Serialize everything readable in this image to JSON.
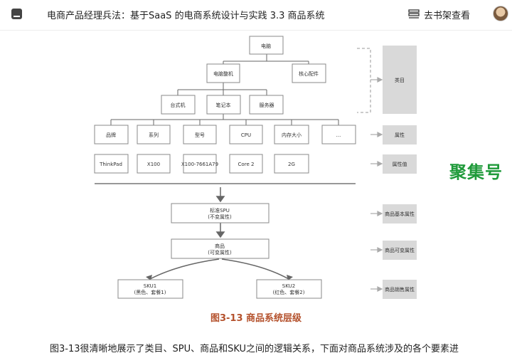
{
  "header": {
    "title": "电商产品经理兵法：基于SaaS 的电商系统设计与实践 3.3 商品系统",
    "shelf_label": "去书架查看"
  },
  "figure": {
    "nodes": {
      "root": "电脑",
      "host": "电脑整机",
      "parts": "核心配件",
      "desktop": "台式机",
      "laptop": "笔记本",
      "server": "服务器",
      "brand": "品牌",
      "series": "系列",
      "model": "型号",
      "cpu": "CPU",
      "memory": "内存大小",
      "more": "...",
      "v_brand": "ThinkPad",
      "v_series": "X100",
      "v_model": "X100-7661A79",
      "v_cpu": "Core 2",
      "v_memory": "2G",
      "spu_line1": "标准SPU",
      "spu_line2": "(不变属性)",
      "goods_line1": "商品",
      "goods_line2": "(可变属性)",
      "sku1_line1": "SKU1",
      "sku1_line2": "(黑色、套餐1)",
      "sku2_line1": "SKU2",
      "sku2_line2": "(红色、套餐2)"
    },
    "labels": {
      "category": "类目",
      "attribute": "属性",
      "attribute_value": "属性值",
      "basic_attr": "商品基本属性",
      "variable_attr": "商品可变属性",
      "sales_attr": "商品销售属性"
    },
    "caption": "图3-13 商品系统层级"
  },
  "watermark": "聚集号",
  "paragraph": "图3-13很清晰地展示了类目、SPU、商品和SKU之间的逻辑关系，下面对商品系统涉及的各个要素进"
}
